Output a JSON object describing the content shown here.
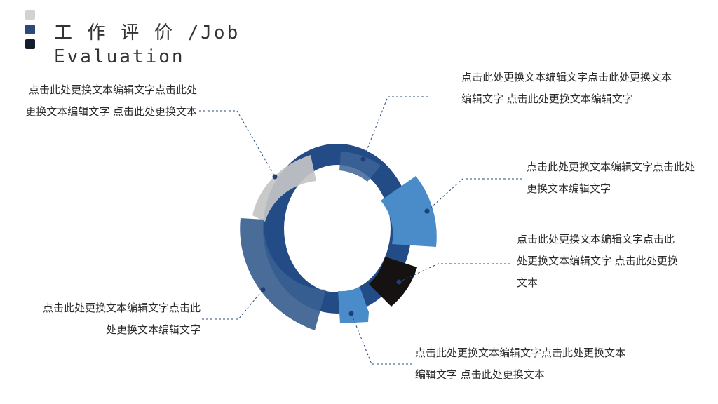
{
  "title": "工 作 评 价 /Job Evaluation",
  "colors": {
    "square_light": "#d2d2d2",
    "square_mid": "#2a4a7a",
    "square_dark": "#151c2c",
    "ring": "#234c87",
    "leader": "#2a4a7a"
  },
  "segments": [
    {
      "id": "seg-light-gray",
      "color": "#c4c4c6"
    },
    {
      "id": "seg-top-blue",
      "color": "#3d6497"
    },
    {
      "id": "seg-sky-blue",
      "color": "#4a8bca"
    },
    {
      "id": "seg-black",
      "color": "#161212"
    },
    {
      "id": "seg-bottom-sky",
      "color": "#4a8bca"
    },
    {
      "id": "seg-left-navy",
      "color": "#3a5f90"
    }
  ],
  "notes": [
    {
      "id": "top-left",
      "text": "点击此处更换文本编辑文字点击此处更换文本编辑文字  点击此处更换文本"
    },
    {
      "id": "top-right",
      "text": "点击此处更换文本编辑文字点击此处更换文本编辑文字  点击此处更换文本编辑文字"
    },
    {
      "id": "right-upper",
      "text": "点击此处更换文本编辑文字点击此处更换文本编辑文字"
    },
    {
      "id": "right-lower",
      "text": "点击此处更换文本编辑文字点击此处更换文本编辑文字  点击此处更换文本"
    },
    {
      "id": "bottom-left",
      "text": "点击此处更换文本编辑文字点击此处更换文本编辑文字"
    },
    {
      "id": "bottom-right",
      "text": "点击此处更换文本编辑文字点击此处更换文本编辑文字  点击此处更换文本"
    }
  ]
}
